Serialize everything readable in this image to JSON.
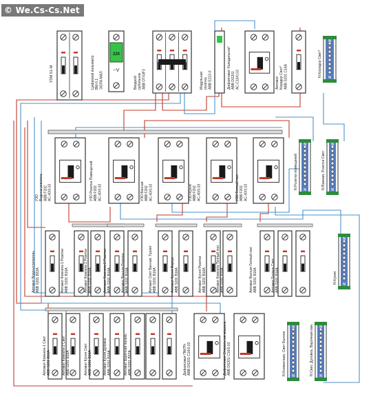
{
  "watermark": "© We.Cs-Cs.Net",
  "colors": {
    "line_red": "#c0392b",
    "line_blue": "#4a90c8",
    "line_grey": "#8a8a8a",
    "device": "#ffffff",
    "bus_green": "#2e8b3c",
    "bus_blue": "#3a66b0"
  },
  "top": {
    "uzm": "УЗМ 51-М",
    "voltmeter": [
      "Цифровой вольтметр",
      "ВМ-0,1",
      "ЭОЛА-МАЛ"
    ],
    "volt_value": "220",
    "main_switch": [
      "Вводной",
      "рубильник",
      "АВВ ОТ63F3"
    ],
    "ovp": [
      "Модульная",
      "розетка",
      "АВВ Е213-0"
    ],
    "diff_circ": [
      "Дифавтомат Холодильник*",
      "АВВ DS201",
      "АС-С16/0,03"
    ],
    "light_breaker": [
      "Автомат",
      "Коридор Свет*",
      "АВВ S201 С16А"
    ],
    "n_bus": "N Коридор Свет*"
  },
  "rcd_row": {
    "rcds": [
      [
        "УЗО",
        "Водонагреватель",
        "АВВ F202",
        "АС-40/0,03"
      ],
      [
        "УЗО Розетки Помещений",
        "АВВ F202",
        "АС-40/0,03"
      ],
      [
        "УЗО Ванная",
        "АВВ F202",
        "АС-40/0,03"
      ],
      [
        "УЗО Кухня",
        "АВВ F202",
        "АС-40/0,03"
      ],
      [
        "УЗО Теплый пол",
        "АВВ F202",
        "АС-40/0,03"
      ]
    ],
    "n_bus_1": "N Розетки помещений",
    "n_bus_2": "N Ванная, Розетки Свет"
  },
  "breaker_row": {
    "breakers": [
      [
        "Автомат Водонагреватель",
        "АВВ S201 В32А"
      ],
      [
        "Автомат Комната-1 Розетки",
        "АВВ S201 В16А"
      ],
      [
        "Автомат Комната-1 Розетки",
        "АВВ S201 В16А"
      ],
      [
        "Автомат Комната-2 Розетки",
        "АВВ S201 В16А"
      ],
      [
        "Автомат Ванная Розетки",
        "АВВ S201 В16А"
      ],
      [
        "Автомат Свет Ванная, Туалет",
        "АВВ S201 В16А"
      ],
      [
        "Автомат Кухня Фартук",
        "АВВ S201 В16А"
      ],
      [
        "Автомат Кухня Розетки",
        "АВВ S201 В16А"
      ],
      [
        "Автомат Комната Теплый пол",
        "АВВ S201 В16А"
      ],
      [
        "Автомат Ванная Теплый пол",
        "АВВ S201 В16А"
      ],
      [
        "Автомат Балкон Свет",
        "АВВ S201 В16А"
      ]
    ],
    "n_bus": "N Кухня"
  },
  "bottom_row": {
    "breakers": [
      [
        "Автомат Комната-1 Свет",
        "АВВ S201 В16А"
      ],
      [
        "Автомат Комната-2 Свет",
        "АВВ S201 В16А"
      ],
      [
        "Автомат Кухня Свет",
        "АВВ S201 В16А"
      ],
      [
        "Автомат Кухня Духовка",
        "АВВ S201 В16А"
      ],
      [
        "Автомат Варочная панель",
        "АВВ S201 В32А"
      ]
    ],
    "diffs": [
      [
        "Дифавтомат ПМ/ПЧ",
        "АВВ DS201 С16/0,03"
      ],
      [
        "Дифавтомат Стиральная машина",
        "АВВ DS201 С16/0,03"
      ]
    ],
    "n_bus_1": "N Комнатные, Свет Балкон",
    "n_bus_2": "N Свет, Духовка, Варочная пан."
  }
}
